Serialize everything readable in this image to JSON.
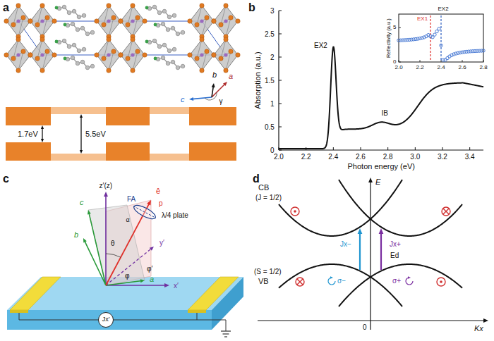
{
  "diagram": {
    "nodes": [
      {
        "text": [
          "Jx′"
        ]
      }
    ],
    "labels": [
      "a",
      "b",
      "a",
      "c",
      "γ",
      "1.7eV",
      "5.5eV",
      "b",
      "Absorption (a.u.)",
      "0",
      "0.5",
      "1",
      "1.5",
      "2",
      "2.5",
      "3",
      "2.0",
      "2.2",
      "2.4",
      "2.6",
      "2.8",
      "3.0",
      "3.2",
      "3.4",
      "Photon energy (eV)",
      "EX2",
      "IB",
      "Reflectivity (a.u.)",
      "5",
      "0",
      "2.0",
      "2.2",
      "2.4",
      "2.6",
      "2.8",
      "EX1",
      "EX2",
      "c",
      "z′(z)",
      "FA",
      "ê",
      "p",
      "λ/4 plate",
      "α",
      "θ",
      "c",
      "b",
      "y′",
      "φ′",
      "φ",
      "a",
      "x′",
      "d",
      "E",
      "CB",
      "(J = 1/2)",
      "(S = 1/2)",
      "VB",
      "Jx−",
      "σ−",
      "Jx+",
      "Ed",
      "σ+",
      "0",
      "Kx"
    ]
  }
}
